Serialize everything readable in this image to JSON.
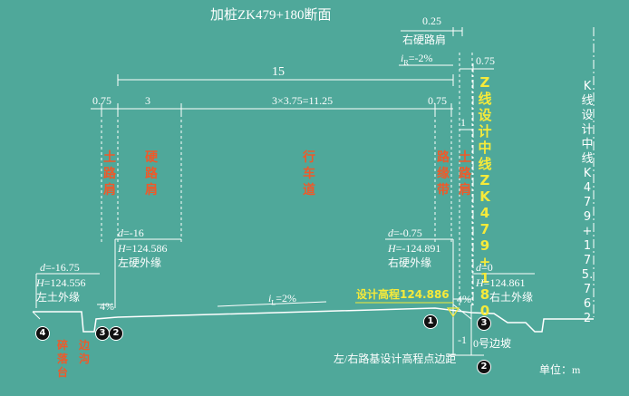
{
  "title": "加桩ZK479+180断面",
  "top": {
    "shoulder_width": "0.25",
    "shoulder_name": "右硬路肩",
    "slope_label": "iR=-2%",
    "slope_i": "i",
    "slope_sub": "R",
    "slope_val": "=-2%",
    "right_offset": "0.75",
    "total_width": "15"
  },
  "dims": {
    "left_soil": "0.75",
    "hard_shoulder": "3",
    "lanes": "3×3.75=11.25",
    "right_paving": "0.75",
    "one": "1"
  },
  "zones": {
    "soil_shoulder": "土路肩",
    "hard_shoulder": "硬路肩",
    "travel_lane": "行车道",
    "edge_strip": "路缘带",
    "soil_shoulder_right": "土路肩"
  },
  "centerlines": {
    "z_line": "Z线设计中线ZK479+180",
    "k_line": "K线设计中线K479+175.762"
  },
  "points": {
    "p1": {
      "d": "d=-16.75",
      "d_var": "d",
      "d_val": "=-16.75",
      "H_var": "H",
      "H_val": "=124.556",
      "name": "左土外缘"
    },
    "p2": {
      "d_var": "d",
      "d_val": "=-16",
      "H_var": "H",
      "H_val": "=124.586",
      "name": "左硬外缘"
    },
    "p3": {
      "d_var": "d",
      "d_val": "=-0.75",
      "H_var": "H",
      "H_val": "=-124.891",
      "name": "右硬外缘"
    },
    "p4": {
      "d_var": "d",
      "d_val": "=0",
      "H_var": "H",
      "H_val": "=124.861",
      "name": "右土外缘"
    }
  },
  "slopes": {
    "left_pct": "4%",
    "right_pct": "4%",
    "main_i": "i",
    "main_sub": "L",
    "main_val": "=2%"
  },
  "design_elevation": "设计高程124.886",
  "minus_one": "-1",
  "zero_slope": "0号边坡",
  "edge_distance": "左/右路基设计高程点边距",
  "unit": "单位：m",
  "ditch_labels": {
    "platform": "碎落台",
    "ditch": "边沟"
  },
  "badges": [
    "1",
    "2",
    "3",
    "4"
  ],
  "colors": {
    "background": "#4fa89a",
    "line": "#ffffff",
    "zone_text": "#ee5a2a",
    "centerline_text": "#f6ea3a",
    "badge": "#111111"
  }
}
